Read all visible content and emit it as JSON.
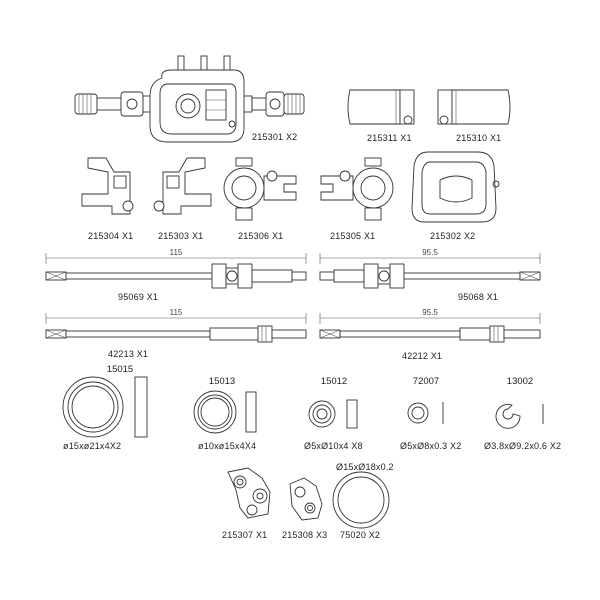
{
  "parts": {
    "axle_housing": {
      "code": "215301",
      "qty": "X2"
    },
    "axle_tube_long": {
      "code": "215311",
      "qty": "X1"
    },
    "axle_tube_short": {
      "code": "215310",
      "qty": "X1"
    },
    "c_hub_left": {
      "code": "215304",
      "qty": "X1"
    },
    "c_hub_right": {
      "code": "215303",
      "qty": "X1"
    },
    "knuckle_left": {
      "code": "215306",
      "qty": "X1"
    },
    "knuckle_right": {
      "code": "215305",
      "qty": "X1"
    },
    "diff_cover": {
      "code": "215302",
      "qty": "X2"
    },
    "driveshaft_long": {
      "code": "95069",
      "qty": "X1",
      "dim": "115"
    },
    "driveshaft_short": {
      "code": "95068",
      "qty": "X1",
      "dim": "95.5"
    },
    "axle_shaft_long": {
      "code": "42213",
      "qty": "X1",
      "dim": "115"
    },
    "axle_shaft_short": {
      "code": "42212",
      "qty": "X1",
      "dim": "95.5"
    },
    "bearing_15015": {
      "code": "15015",
      "spec": "ø15xø21x4",
      "qty": "X2"
    },
    "bearing_15013": {
      "code": "15013",
      "spec": "ø10xø15x4",
      "qty": "X4"
    },
    "bearing_15012": {
      "code": "15012",
      "spec": "Ø5xØ10x4",
      "qty": "X8"
    },
    "shim_72007": {
      "code": "72007",
      "spec": "Ø5xØ8x0.3",
      "qty": "X2"
    },
    "eclip_13002": {
      "code": "13002",
      "spec": "Ø3.8xØ9.2x0.6",
      "qty": "X2"
    },
    "link_mount": {
      "code": "215307",
      "qty": "X1"
    },
    "link_mount_b": {
      "code": "215308",
      "qty": "X3"
    },
    "oring_75020": {
      "code": "75020",
      "spec": "Ø15xØ18x0.2",
      "qty": "X2"
    }
  }
}
